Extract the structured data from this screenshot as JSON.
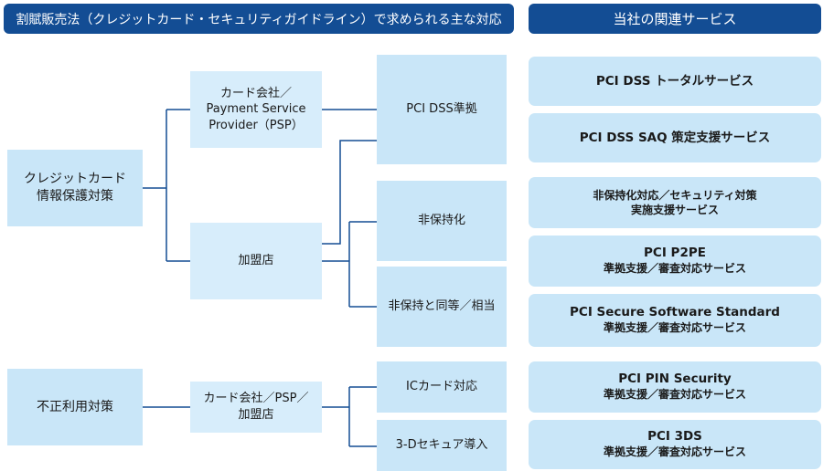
{
  "headers": {
    "left": "割賦販売法（クレジットカード・セキュリティガイドライン）で求められる主な対応",
    "right": "当社の関連サービス"
  },
  "categories": {
    "credit": "クレジットカード\n情報保護対策",
    "fraud": "不正利用対策"
  },
  "entities": {
    "card_company_psp": "カード会社／\nPayment Service\nProvider（PSP）",
    "merchant": "加盟店",
    "card_psp_merchant": "カード会社／PSP／\n加盟店"
  },
  "measures": {
    "pci_dss": "PCI DSS準拠",
    "non_retention": "非保持化",
    "equivalent": "非保持と同等／相当",
    "ic_card": "ICカード対応",
    "three_d_secure": "3-Dセキュア導入"
  },
  "services": [
    {
      "line1": "PCI DSS トータルサービス",
      "line2": ""
    },
    {
      "line1": "PCI DSS SAQ 策定支援サービス",
      "line2": ""
    },
    {
      "line1": "非保持化対応／セキュリティ対策",
      "line2": "実施支援サービス"
    },
    {
      "line1": "PCI P2PE",
      "line2": "準拠支援／審査対応サービス"
    },
    {
      "line1": "PCI Secure Software Standard",
      "line2": "準拠支援／審査対応サービス"
    },
    {
      "line1": "PCI PIN Security",
      "line2": "準拠支援／審査対応サービス"
    },
    {
      "line1": "PCI 3DS",
      "line2": "準拠支援／審査対応サービス"
    }
  ],
  "colors": {
    "header_bg": "#134d94",
    "box_bg": "#c9e6f8",
    "line": "#134d94"
  }
}
